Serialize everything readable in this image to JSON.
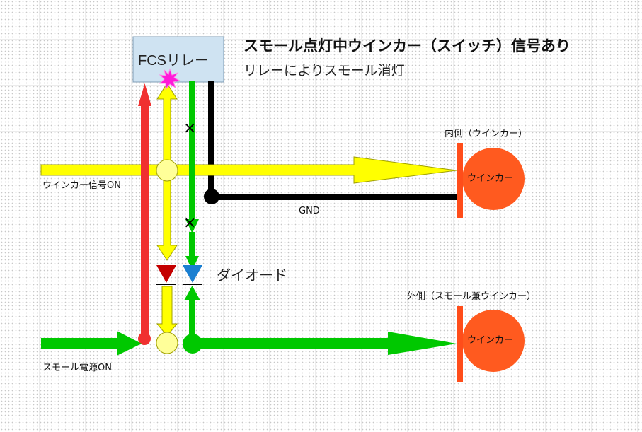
{
  "relay": {
    "label": "FCSリレー"
  },
  "title": {
    "main": "スモール点灯中ウインカー（スイッチ）信号あり",
    "sub": "リレーによりスモール消灯"
  },
  "labels": {
    "winker_signal": "ウインカー信号ON",
    "small_power": "スモール電源ON",
    "gnd": "GND",
    "diode": "ダイオード",
    "inner_lamp": "内側（ウインカー）",
    "outer_lamp": "外側（スモール兼ウインカー）",
    "inner_lamp_text": "ウインカー",
    "outer_lamp_text": "ウインカー"
  },
  "marks": {
    "cross": "×"
  },
  "colors": {
    "yellow": "#ffff00",
    "yellow_stroke": "#a0a000",
    "green": "#00c800",
    "green_stroke": "#008a00",
    "red": "#f03030",
    "black": "#000000",
    "lamp": "#ff5a1f",
    "lamp_bar": "#ff4d1a",
    "relay_bg": "#cfe3f2",
    "relay_border": "#7f9db5",
    "spark": "#ff1ad9",
    "diode_red": "#c40000",
    "diode_blue": "#1a7fd1"
  }
}
